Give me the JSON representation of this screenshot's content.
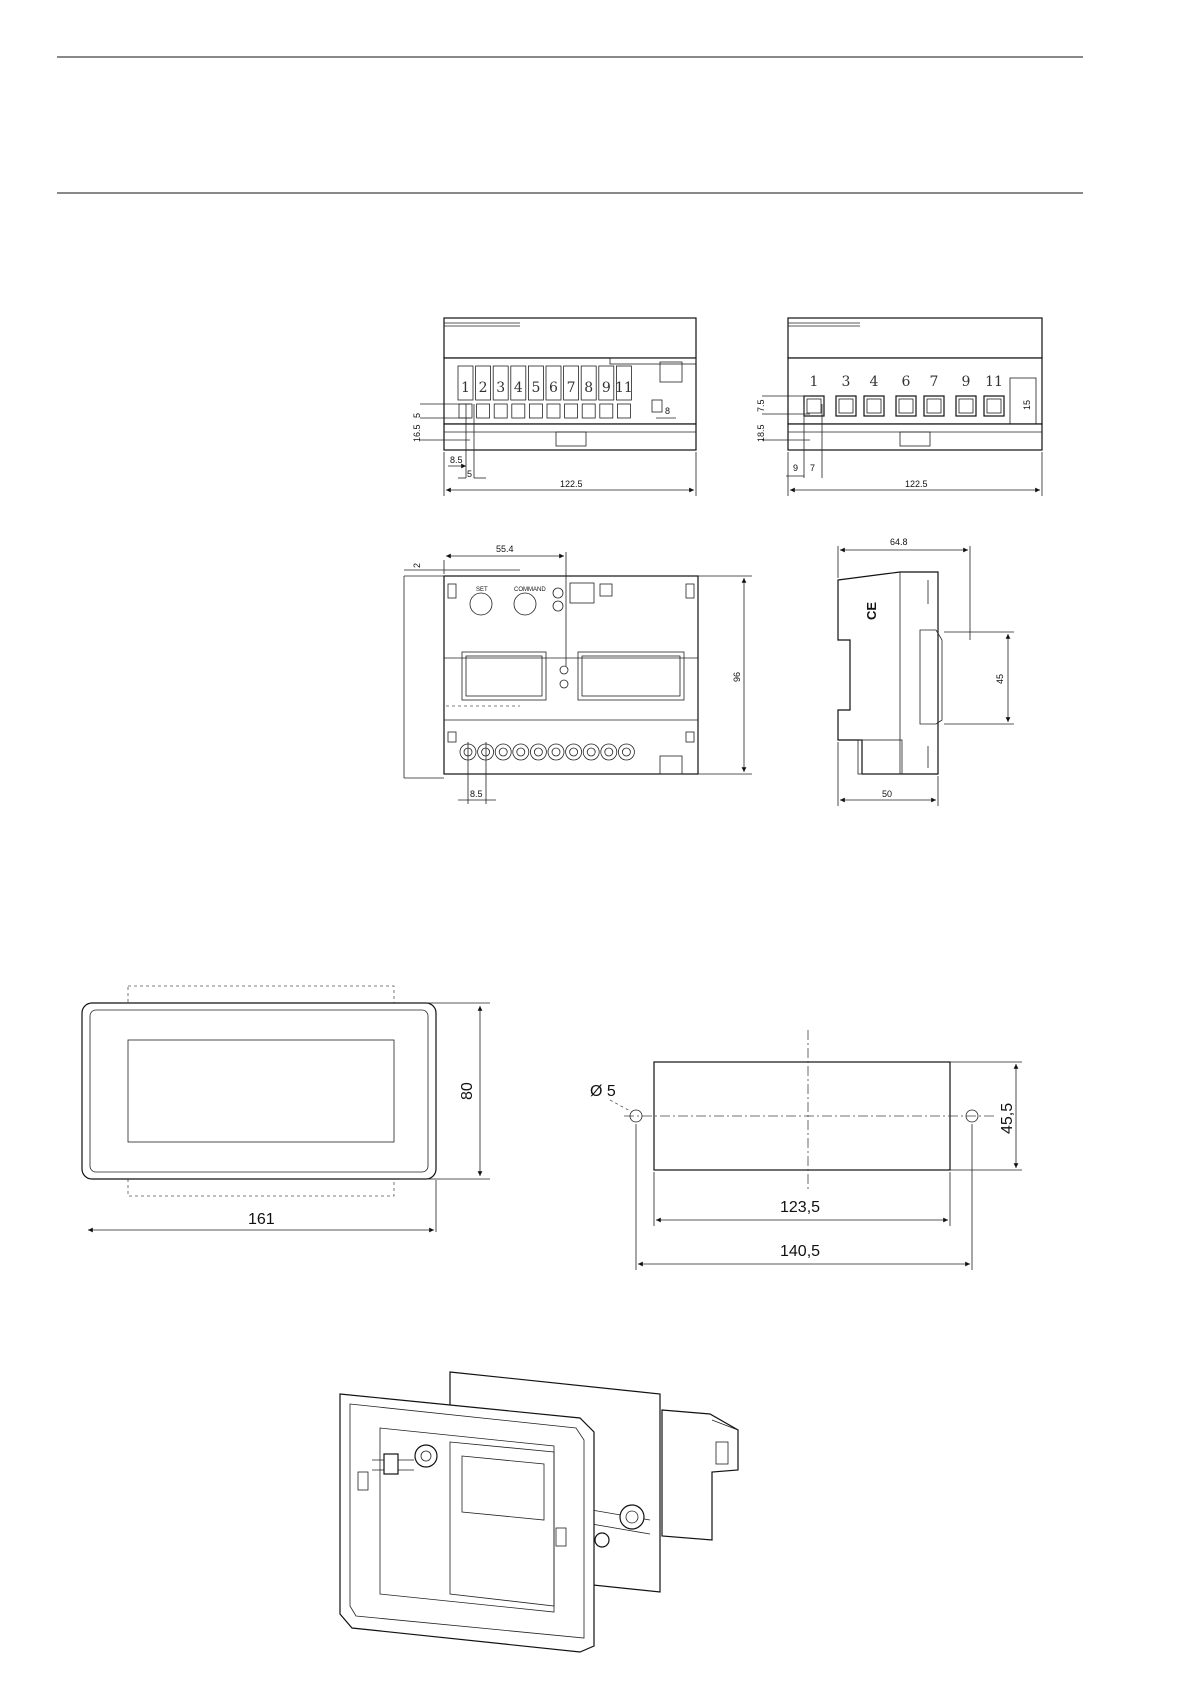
{
  "terminal_front_view": {
    "terminal_numbers": [
      "1",
      "2",
      "3",
      "4",
      "5",
      "6",
      "7",
      "8",
      "9",
      "11"
    ],
    "dimensions": {
      "height_5": "5",
      "height_16_5": "16.5",
      "pitch_8_5": "8.5",
      "pitch_5": "5",
      "offset_8": "8",
      "width_122_5": "122.5"
    }
  },
  "terminal_rear_view": {
    "terminal_numbers": [
      "1",
      "3",
      "4",
      "6",
      "7",
      "9",
      "11"
    ],
    "dimensions": {
      "height_7_5": "7.5",
      "height_18_5": "18.5",
      "offset_9": "9",
      "width_7": "7",
      "width_122_5": "122.5",
      "height_15": "15"
    }
  },
  "front_view": {
    "dimensions": {
      "offset_55_4": "55.4",
      "offset_2": "2",
      "height_96": "96",
      "pitch_8_5": "8.5"
    },
    "labels": {
      "button_left": "SET",
      "button_right": "COMMAND"
    }
  },
  "side_view": {
    "dimensions": {
      "depth_64_8": "64.8",
      "height_45": "45",
      "depth_50": "50"
    },
    "mark": "CE"
  },
  "panel_front": {
    "dimensions": {
      "width_161": "161",
      "height_80": "80"
    }
  },
  "panel_cutout": {
    "dimensions": {
      "hole_diameter": "Ø 5",
      "width_123_5": "123,5",
      "width_140_5": "140,5",
      "height_45_5": "45,5"
    }
  }
}
